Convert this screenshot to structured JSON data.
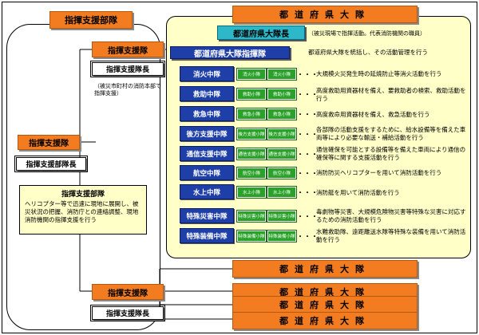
{
  "left": {
    "header": "指揮支援部隊",
    "top_unit": "指揮支援隊",
    "top_chief": "指揮支援隊長",
    "note": "（被災市町村の消防本部で指揮支援）",
    "mid_unit": "指揮支援隊",
    "mid_chief": "指揮支援部隊長",
    "info_title": "指揮支援部隊",
    "info_text": "ヘリコプター等で迅速に現地に展開し、被災状況の把握、消防庁との連絡調整、現地消防機関の指揮支援を行う",
    "bottom_unit": "指揮支援隊",
    "bottom_chief": "指揮支援隊長"
  },
  "main": {
    "header": "都道府県大隊",
    "chief": "都道府県大隊長",
    "chief_note": "（被災現場で指揮活動。代表消防機関の職員）",
    "command": "都道府県大隊指揮隊",
    "command_desc": "都道府県大隊を統括し、その活動管理を行う",
    "dots": "・・・",
    "units": [
      {
        "name": "消火中隊",
        "sub": [
          "消火小隊",
          "消火小隊"
        ],
        "desc": "大規模火災発生時の延焼防止等消火活動を行う"
      },
      {
        "name": "救助中隊",
        "sub": [
          "救助小隊",
          "救助小隊"
        ],
        "desc": "高度救助用資器材を備え、要救助者の検索、救助活動を行う"
      },
      {
        "name": "救急中隊",
        "sub": [
          "救急小隊",
          "救急小隊"
        ],
        "desc": "高度救命用資器材を備え、救急活動を行う"
      },
      {
        "name": "後方支援中隊",
        "sub": [
          "後方支援小隊",
          "後方支援小隊"
        ],
        "desc": "各部隊の活動支援をするために、給水設備等を備えた車両等により必要な輸送・補給活動を行う"
      },
      {
        "name": "通信支援中隊",
        "sub": [
          "通信支援小隊",
          "通信支援小隊"
        ],
        "desc": "通信確保を可能とする設備等を備えた車両により通信の確保等に関する支援活動を行う"
      },
      {
        "name": "航空中隊",
        "sub": [
          "航空小隊",
          "航空小隊"
        ],
        "desc": "消防防災ヘリコプターを用いて消防活動を行う"
      },
      {
        "name": "水上中隊",
        "sub": [
          "水上小隊",
          "水上小隊"
        ],
        "desc": "消防艇を用いて消防活動を行う"
      },
      {
        "name": "特殊災害中隊",
        "sub": [
          "特殊災害小隊",
          "特殊災害小隊"
        ],
        "desc": "毒劇物等災害、大規模危険物災害等特殊な災害に対応するための消防活動を行う"
      },
      {
        "name": "特殊装備中隊",
        "sub": [
          "特殊装備小隊",
          "特殊装備小隊"
        ],
        "desc": "水難救助隊、遠距離送水隊等特殊な装備を用いて消防活動を行う"
      }
    ]
  },
  "bottom": [
    "都道府県大隊",
    "都道府県大隊",
    "都道府県大隊",
    "都道府県大隊"
  ]
}
